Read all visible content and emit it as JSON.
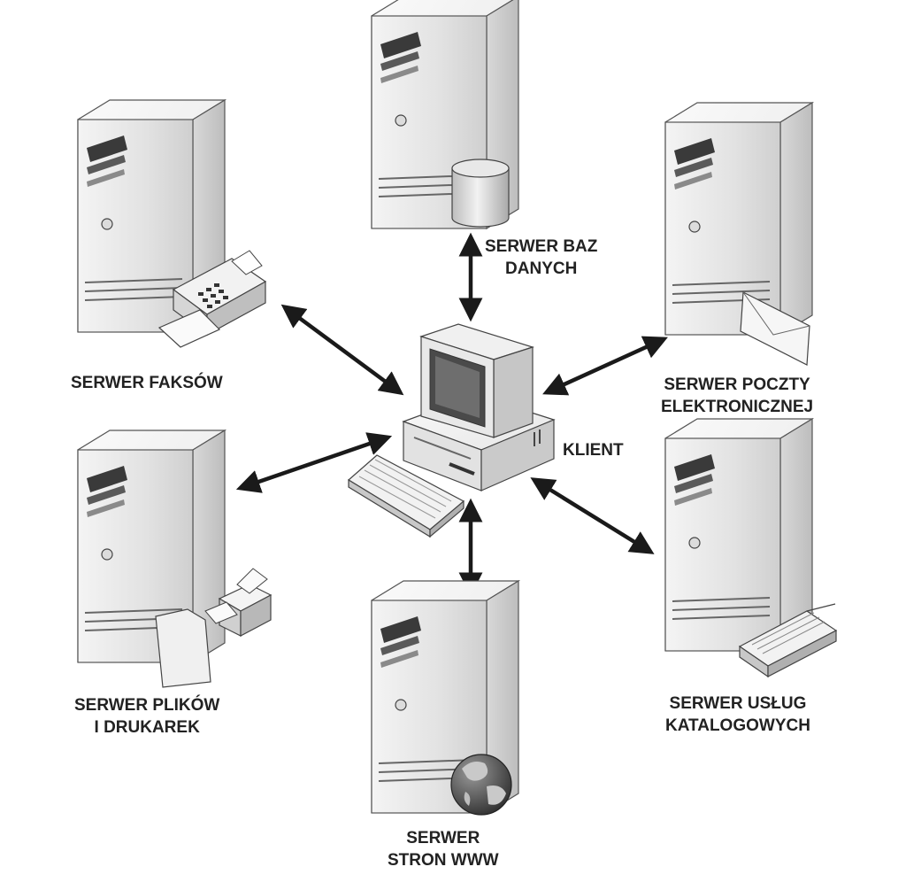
{
  "nodes": {
    "client": {
      "label": [
        "KLIENT"
      ]
    },
    "database": {
      "label": [
        "SERWER BAZ",
        "DANYCH"
      ]
    },
    "fax": {
      "label": [
        "SERWER FAKSÓW"
      ]
    },
    "mail": {
      "label": [
        "SERWER POCZTY",
        "ELEKTRONICZNEJ"
      ]
    },
    "files": {
      "label": [
        "SERWER PLIKÓW",
        "I DRUKAREK"
      ]
    },
    "directory": {
      "label": [
        "SERWER USŁUG",
        "KATALOGOWYCH"
      ]
    },
    "web": {
      "label": [
        "SERWER",
        "STRON WWW"
      ]
    }
  }
}
